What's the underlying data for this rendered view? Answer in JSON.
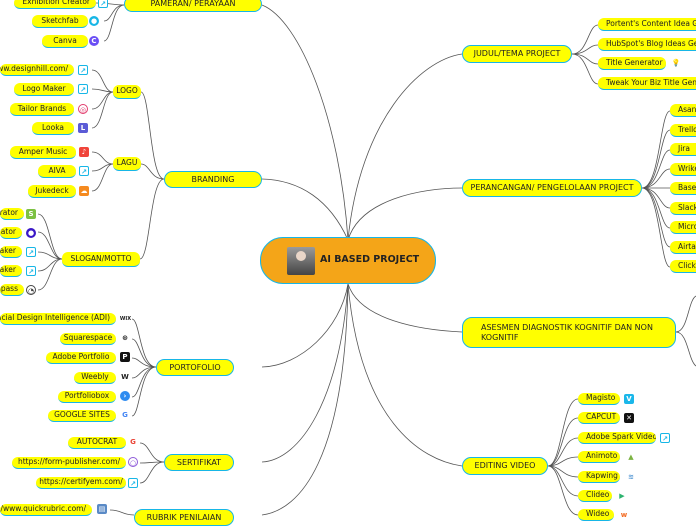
{
  "root": {
    "title": "AI BASED PROJECT"
  },
  "left": {
    "pameran": {
      "label": "PAMERAN/ PERAYAAN",
      "items": [
        "Exhibition Creator",
        "Sketchfab",
        "Canva"
      ]
    },
    "branding": {
      "label": "BRANDING",
      "logo": {
        "label": "LOGO",
        "items": [
          "www.designhill.com/",
          "Logo Maker",
          "Tailor Brands",
          "Looka"
        ]
      },
      "lagu": {
        "label": "LAGU",
        "items": [
          "Amper Music",
          "AIVA",
          "Jukedeck"
        ]
      },
      "slogan": {
        "label": "SLOGAN/MOTTO",
        "items": [
          "erator",
          "erator",
          "Maker",
          "Maker",
          "mpass"
        ]
      }
    },
    "portofolio": {
      "label": "PORTOFOLIO",
      "items": [
        "rtificial Design Intelligence (ADI)",
        "Squarespace",
        "Adobe Portfolio",
        "Weebly",
        "Portfoliobox",
        "GOOGLE SITES"
      ]
    },
    "sertifikat": {
      "label": "SERTIFIKAT",
      "items": [
        "AUTOCRAT",
        "https://form-publisher.com/",
        "https://certifyem.com/"
      ]
    },
    "rubrik": {
      "label": "RUBRIK PENILAIAN",
      "items": [
        "s://www.quickrubric.com/"
      ]
    }
  },
  "right": {
    "judul": {
      "label": "JUDUL/TEMA PROJECT",
      "items": [
        "Portent's Content Idea Generator",
        "HubSpot's Blog Ideas Generator",
        "Title Generator",
        "Tweak Your Biz Title Generator"
      ]
    },
    "perancangan": {
      "label": "PERANCANGAN/ PENGELOLAAN PROJECT",
      "items": [
        "Asana",
        "Trello",
        "Jira",
        "Wrike",
        "Basecamp",
        "Slack",
        "Microsoft",
        "Airtable",
        "ClickUp"
      ]
    },
    "asesmen": {
      "label": "ASESMEN DIAGNOSTIK KOGNITIF DAN NON KOGNITIF"
    },
    "editing": {
      "label": "EDITING VIDEO",
      "items": [
        "Magisto",
        "CAPCUT",
        "Adobe Spark Video",
        "Animoto",
        "Kapwing",
        "Clideo",
        "Wideo"
      ]
    }
  },
  "colors": {
    "node_fill": "#ffff00",
    "connector": "#17b6e6",
    "root_fill": "#f4a518",
    "line": "#444444"
  }
}
